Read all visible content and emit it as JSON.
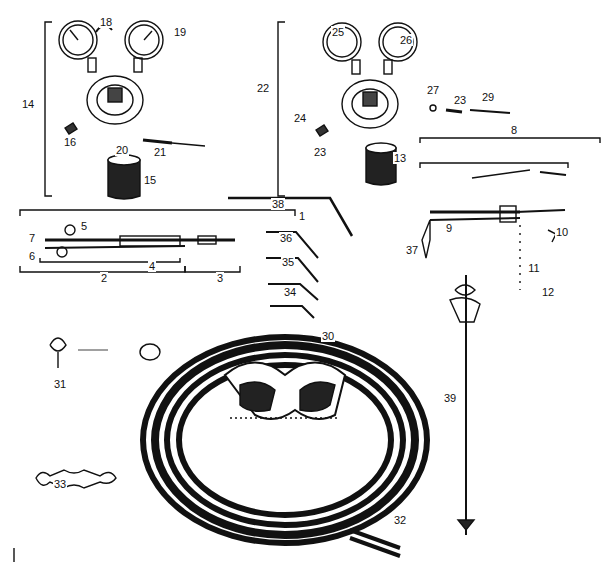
{
  "diagram": {
    "labels": [
      "18",
      "19",
      "25",
      "26",
      "14",
      "22",
      "27",
      "23",
      "29",
      "24",
      "16",
      "20",
      "21",
      "8",
      "15",
      "23",
      "13",
      "38",
      "1",
      "5",
      "7",
      "9",
      "10",
      "6",
      "36",
      "37",
      "35",
      "4",
      "11",
      "2",
      "3",
      "34",
      "12",
      "30",
      "31",
      "39",
      "33",
      "32"
    ]
  }
}
